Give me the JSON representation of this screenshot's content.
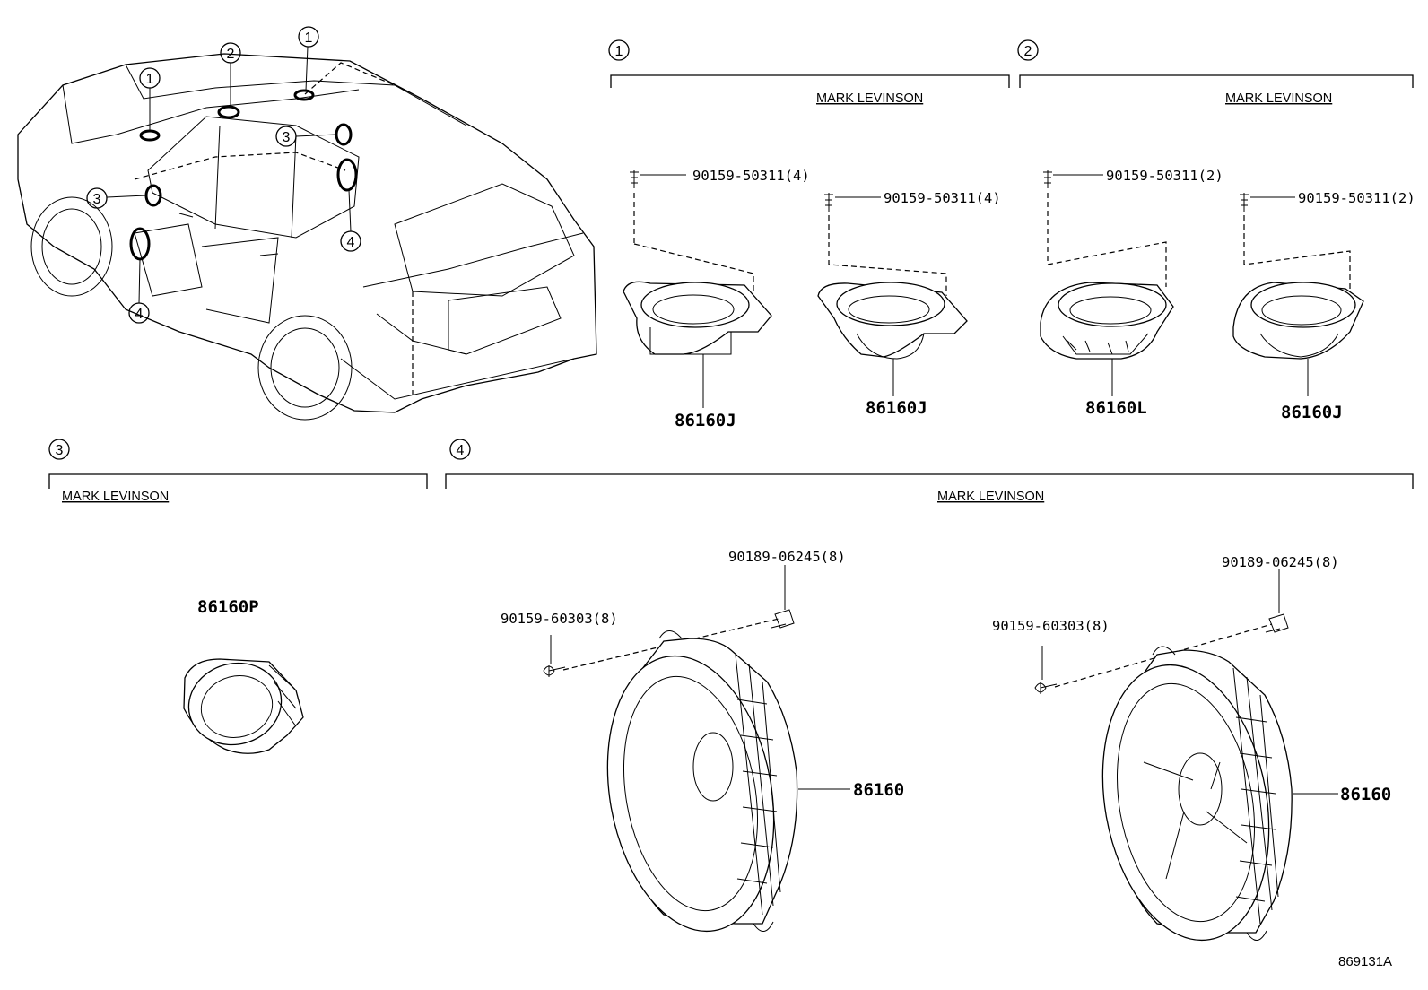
{
  "callouts": {
    "one": "1",
    "two": "2",
    "three": "3",
    "four": "4"
  },
  "group_label": "MARK LEVINSON",
  "screws": {
    "s50311_4": "90159-50311(4)",
    "s50311_2": "90159-50311(2)",
    "s60303_8": "90159-60303(8)",
    "c06245_8": "90189-06245(8)"
  },
  "parts": {
    "p86160J": "86160J",
    "p86160L": "86160L",
    "p86160P": "86160P",
    "p86160": "86160"
  },
  "diagram_code": "869131A"
}
